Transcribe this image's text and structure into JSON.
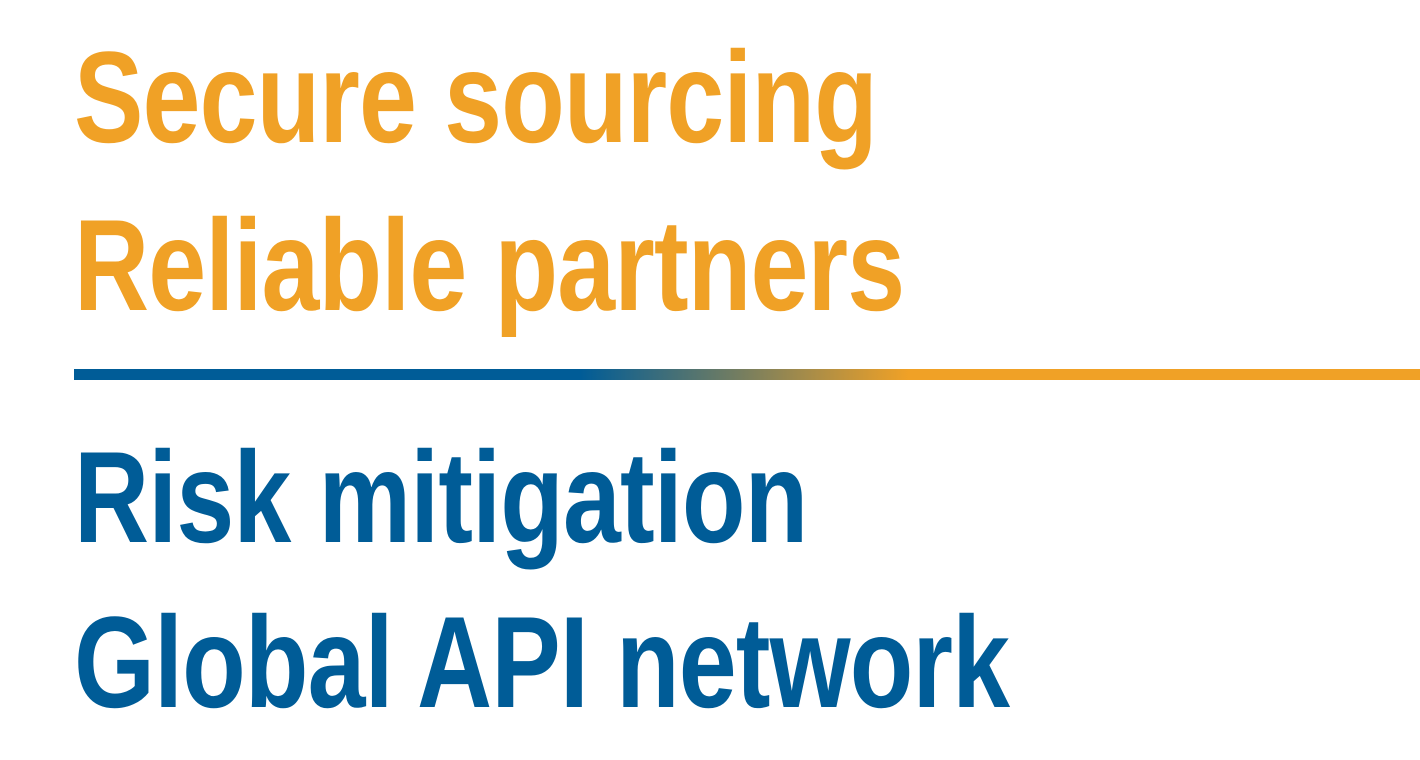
{
  "headline_top": {
    "line1": "Secure sourcing",
    "line2": "Reliable partners",
    "color": "#f0a126"
  },
  "headline_bottom": {
    "line1": "Risk mitigation",
    "line2": "Global API network",
    "color": "#005c97"
  }
}
